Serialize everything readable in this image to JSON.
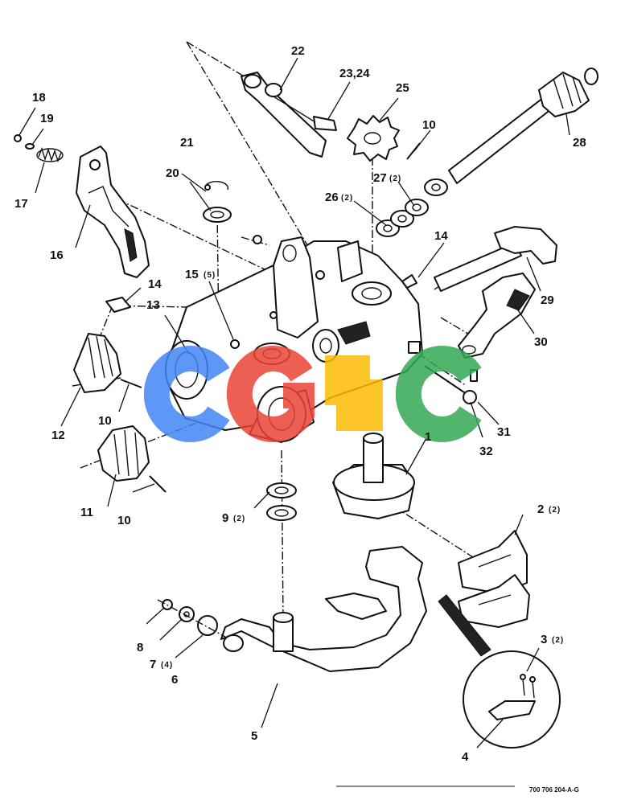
{
  "watermark": {
    "text": "CGSC",
    "colors": [
      "#4285F4",
      "#EA4335",
      "#FBBC05",
      "#34A853"
    ]
  },
  "drawing_number": "700 706 204-A-G",
  "callouts": [
    {
      "id": "c1",
      "label": "1",
      "qty": ""
    },
    {
      "id": "c2",
      "label": "2",
      "qty": "(2)"
    },
    {
      "id": "c3",
      "label": "3",
      "qty": "(2)"
    },
    {
      "id": "c4",
      "label": "4",
      "qty": ""
    },
    {
      "id": "c5",
      "label": "5",
      "qty": ""
    },
    {
      "id": "c6",
      "label": "6",
      "qty": ""
    },
    {
      "id": "c7",
      "label": "7",
      "qty": "(4)"
    },
    {
      "id": "c8",
      "label": "8",
      "qty": ""
    },
    {
      "id": "c9",
      "label": "9",
      "qty": "(2)"
    },
    {
      "id": "c10a",
      "label": "10",
      "qty": ""
    },
    {
      "id": "c10b",
      "label": "10",
      "qty": ""
    },
    {
      "id": "c10c",
      "label": "10",
      "qty": ""
    },
    {
      "id": "c11",
      "label": "11",
      "qty": ""
    },
    {
      "id": "c12",
      "label": "12",
      "qty": ""
    },
    {
      "id": "c13",
      "label": "13",
      "qty": ""
    },
    {
      "id": "c14a",
      "label": "14",
      "qty": ""
    },
    {
      "id": "c14b",
      "label": "14",
      "qty": ""
    },
    {
      "id": "c15",
      "label": "15",
      "qty": "(5)"
    },
    {
      "id": "c16",
      "label": "16",
      "qty": ""
    },
    {
      "id": "c17",
      "label": "17",
      "qty": ""
    },
    {
      "id": "c18",
      "label": "18",
      "qty": ""
    },
    {
      "id": "c19",
      "label": "19",
      "qty": ""
    },
    {
      "id": "c20",
      "label": "20",
      "qty": ""
    },
    {
      "id": "c21",
      "label": "21",
      "qty": ""
    },
    {
      "id": "c22",
      "label": "22",
      "qty": ""
    },
    {
      "id": "c23",
      "label": "23,24",
      "qty": ""
    },
    {
      "id": "c25",
      "label": "25",
      "qty": ""
    },
    {
      "id": "c26",
      "label": "26",
      "qty": "(2)"
    },
    {
      "id": "c27",
      "label": "27",
      "qty": "(2)"
    },
    {
      "id": "c28",
      "label": "28",
      "qty": ""
    },
    {
      "id": "c29",
      "label": "29",
      "qty": ""
    },
    {
      "id": "c30",
      "label": "30",
      "qty": ""
    },
    {
      "id": "c31",
      "label": "31",
      "qty": ""
    },
    {
      "id": "c32",
      "label": "32",
      "qty": ""
    }
  ]
}
